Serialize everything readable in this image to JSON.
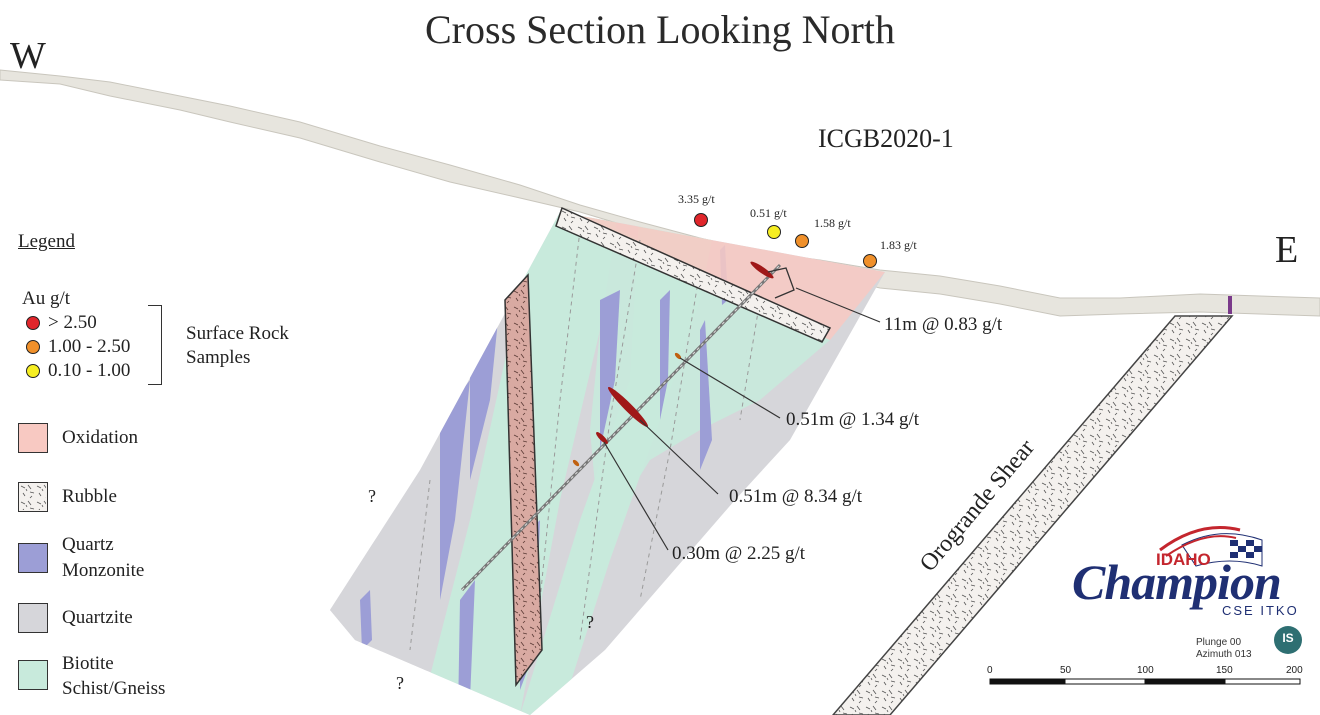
{
  "title": "Cross Section Looking North",
  "direction_west": "W",
  "direction_east": "E",
  "drill_hole": "ICGB2020-1",
  "legend": {
    "heading": "Legend",
    "au_label": "Au g/t",
    "bins": [
      {
        "label": "> 2.50",
        "color": "#e0262b"
      },
      {
        "label": "1.00 - 2.50",
        "color": "#f0902a"
      },
      {
        "label": "0.10 - 1.00",
        "color": "#f6ee22"
      }
    ],
    "bracket_line1": "Surface Rock",
    "bracket_line2": "Samples",
    "units": [
      {
        "line1": "Oxidation",
        "line2": "",
        "color": "#f8c9c2"
      },
      {
        "line1": "Rubble",
        "line2": "",
        "color": "#ffffff"
      },
      {
        "line1": "Quartz",
        "line2": "Monzonite",
        "color": "#9c9ed6"
      },
      {
        "line1": "Quartzite",
        "line2": "",
        "color": "#d6d6da"
      },
      {
        "line1": "Biotite",
        "line2": "Schist/Gneiss",
        "color": "#c8eadc"
      }
    ]
  },
  "surface_samples": [
    {
      "value": "3.35 g/t",
      "grade": 3.35,
      "color": "#e0262b"
    },
    {
      "value": "0.51 g/t",
      "grade": 0.51,
      "color": "#f6ee22"
    },
    {
      "value": "1.58 g/t",
      "grade": 1.58,
      "color": "#f0902a"
    },
    {
      "value": "1.83 g/t",
      "grade": 1.83,
      "color": "#f0902a"
    }
  ],
  "intercepts": [
    "11m @ 0.83 g/t",
    "0.51m @ 1.34 g/t",
    "0.51m @ 8.34 g/t",
    "0.30m @ 2.25 g/t"
  ],
  "question_mark": "?",
  "shear_label": "Orogrande Shear",
  "logo": {
    "idaho": "IDAHO",
    "champion": "Champion",
    "cse": "CSE ITKO"
  },
  "view": {
    "plunge": "Plunge 00",
    "azimuth": "Azimuth 013",
    "badge": "IS"
  },
  "scale_bar": {
    "ticks": [
      "0",
      "50",
      "100",
      "150",
      "200"
    ]
  },
  "colors": {
    "topography": "#e7e5de",
    "oxidation": "#f8c9c2",
    "quartzite": "#d6d6da",
    "biotite": "#c8eadc",
    "monzonite": "#9c9ed6",
    "rubble_zone": "#d9b0a8",
    "intercept": "#a01818"
  }
}
